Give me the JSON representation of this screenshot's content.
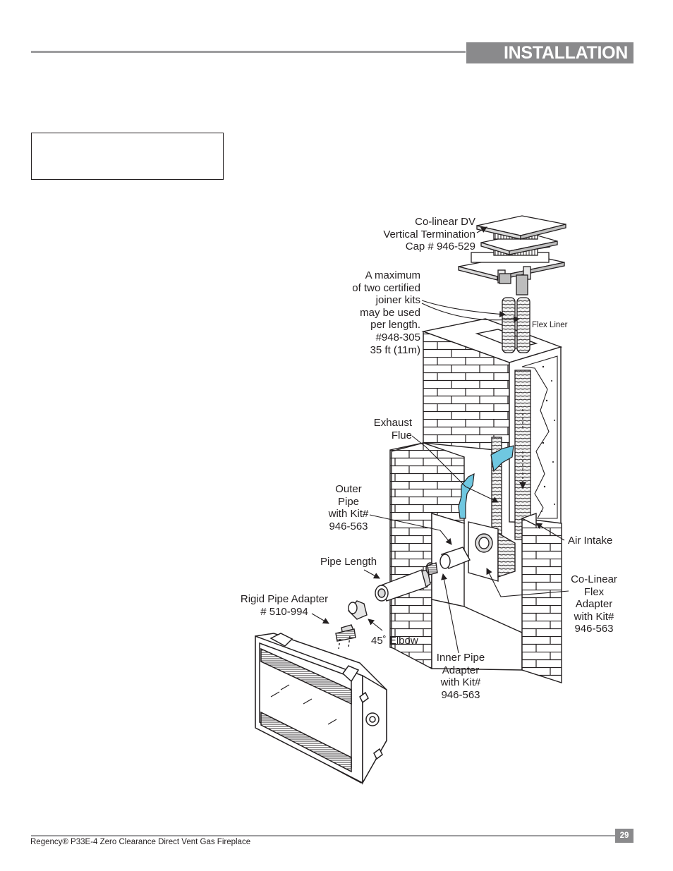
{
  "header": {
    "section_title": "INSTALLATION"
  },
  "figure": {
    "labels": {
      "termination_cap": [
        "Co-linear DV",
        "Vertical Termination",
        "Cap # 946-529"
      ],
      "joiner_kits": [
        "A maximum",
        "of two certified",
        "joiner kits",
        "may be used",
        "per length.",
        "#948-305",
        "35 ft (11m)"
      ],
      "flex_liner": "Flex Liner",
      "exhaust_flue": [
        "Exhaust",
        "Flue"
      ],
      "outer_pipe": [
        "Outer",
        "Pipe",
        "with Kit#",
        "946-563"
      ],
      "air_intake": "Air Intake",
      "pipe_length": "Pipe Length",
      "colinear_flex_adapter": [
        "Co-Linear",
        "Flex",
        "Adapter",
        "with Kit#",
        "946-563"
      ],
      "rigid_pipe_adapter": [
        "Rigid Pipe Adapter",
        "# 510-994"
      ],
      "elbow": "45˚ Elbow",
      "inner_pipe_adapter": [
        "Inner Pipe",
        "Adapter",
        "with Kit#",
        "946-563"
      ]
    }
  },
  "footer": {
    "document_title": "Regency® P33E-4 Zero Clearance Direct Vent Gas Fireplace",
    "page_number": "29"
  },
  "colors": {
    "accent_gray": "#8a8a8c",
    "rule_gray": "#9d9d9f",
    "liner_blue": "#6fc7e0",
    "text": "#231f20"
  }
}
